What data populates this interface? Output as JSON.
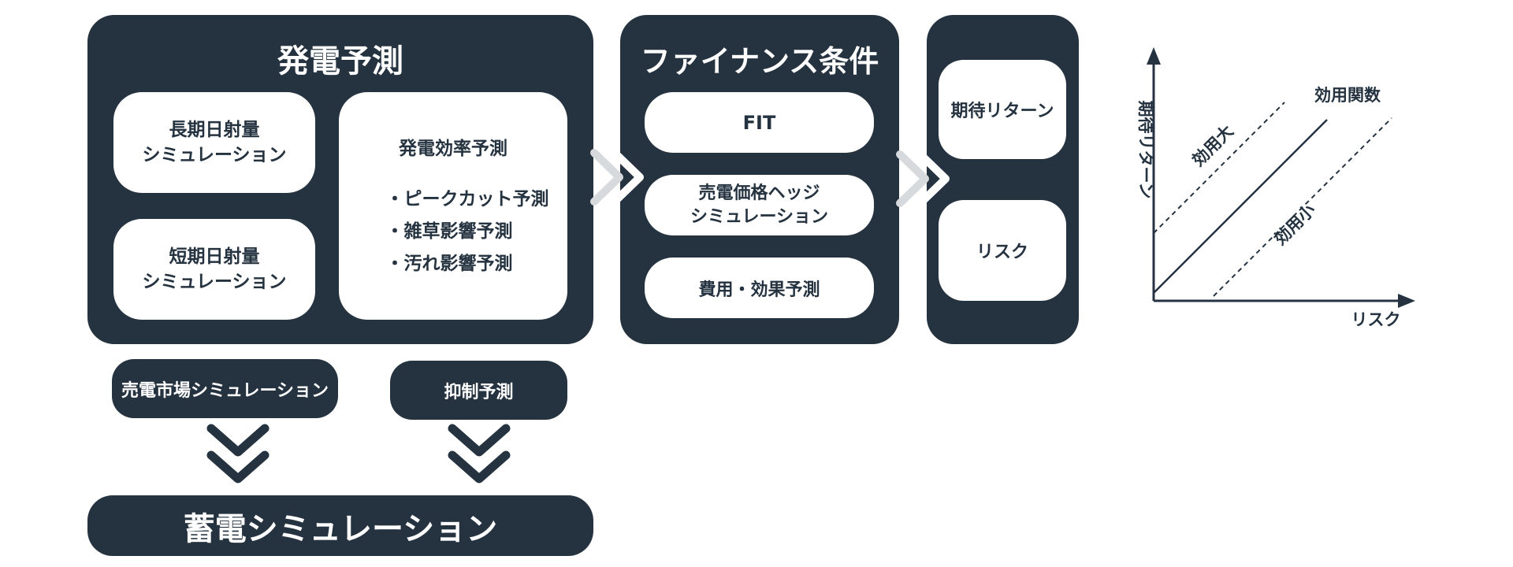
{
  "generation": {
    "title": "発電予測",
    "long_term": [
      "長期日射量",
      "シミュレーション"
    ],
    "short_term": [
      "短期日射量",
      "シミュレーション"
    ],
    "efficiency": {
      "title": "発電効率予測",
      "items": [
        "・ピークカット予測",
        "・雑草影響予測",
        "・汚れ影響予測"
      ]
    }
  },
  "finance": {
    "title": "ファイナンス条件",
    "fit": "FIT",
    "hedge": [
      "売電価格ヘッジ",
      "シミュレーション"
    ],
    "cost": "費用・効果予測"
  },
  "output": {
    "expected_return": "期待リターン",
    "risk": "リスク"
  },
  "lower": {
    "market": "売電市場シミュレーション",
    "curtailment": "抑制予測",
    "storage": "蓄電シミュレーション"
  },
  "utility_chart": {
    "y_label": "期待リターン",
    "x_label": "リスク",
    "function_label": "効用関数",
    "high_label": "効用大",
    "low_label": "効用小"
  },
  "colors": {
    "navy": "#253340",
    "white": "#ffffff"
  },
  "icons": [
    "chevron-right-icon",
    "chevron-down-icon"
  ]
}
